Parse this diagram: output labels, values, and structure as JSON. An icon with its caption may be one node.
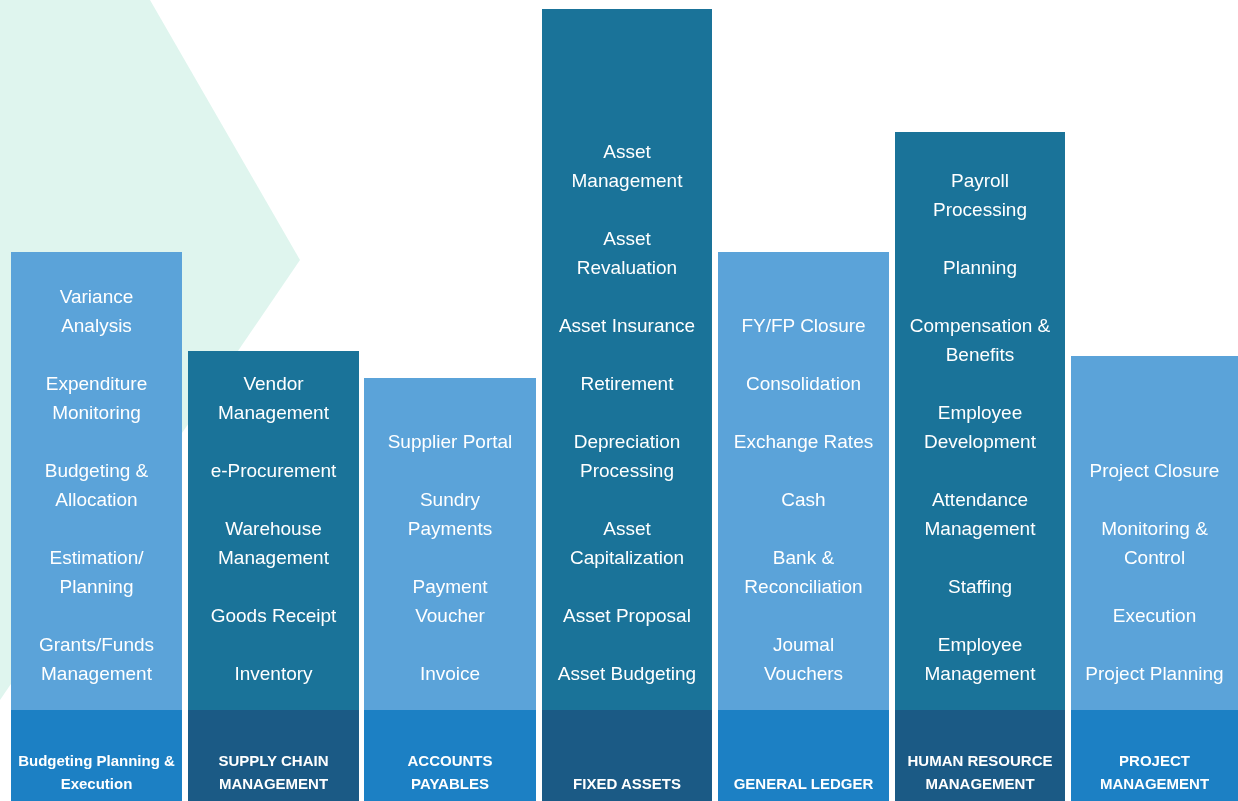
{
  "diagram": {
    "nodes": [
      {
        "text": [
          "Variance Analysis",
          "Expenditure Monitoring",
          "Budgeting & Allocation",
          "Estimation/ Planning",
          "Grants/Funds Management"
        ]
      },
      {
        "text": [
          "Budgeting Planning & Execution"
        ]
      },
      {
        "text": [
          "Vendor Management",
          "e-Procurement",
          "Warehouse Management",
          "Goods Receipt",
          "Inventory"
        ]
      },
      {
        "text": [
          "SUPPLY CHAIN MANAGEMENT"
        ]
      },
      {
        "text": [
          "Supplier Portal",
          "Sundry Payments",
          "Payment Voucher",
          "Invoice"
        ]
      },
      {
        "text": [
          "ACCOUNTS PAYABLES"
        ]
      },
      {
        "text": [
          "Asset Management",
          "Asset Revaluation",
          "Asset Insurance",
          "Retirement",
          "Depreciation Processing",
          "Asset Capitalization",
          "Asset Proposal",
          "Asset Budgeting"
        ]
      },
      {
        "text": [
          "FIXED ASSETS"
        ]
      },
      {
        "text": [
          "FY/FP Closure",
          "Consolidation",
          "Exchange Rates",
          "Cash",
          "Bank & Reconciliation",
          "Joumal Vouchers"
        ]
      },
      {
        "text": [
          "GENERAL LEDGER"
        ]
      },
      {
        "text": [
          "Payroll Processing",
          "Planning",
          "Compensation & Benefits",
          "Employee Development",
          "Attendance Management",
          "Staffing",
          "Employee Management"
        ]
      },
      {
        "text": [
          "HUMAN RESOURCE MANAGEMENT"
        ]
      },
      {
        "text": [
          "Project Closure",
          "Monitoring & Control",
          "Execution",
          "Project Planning"
        ]
      },
      {
        "text": [
          "PROJECT MANAGEMENT"
        ]
      }
    ]
  }
}
